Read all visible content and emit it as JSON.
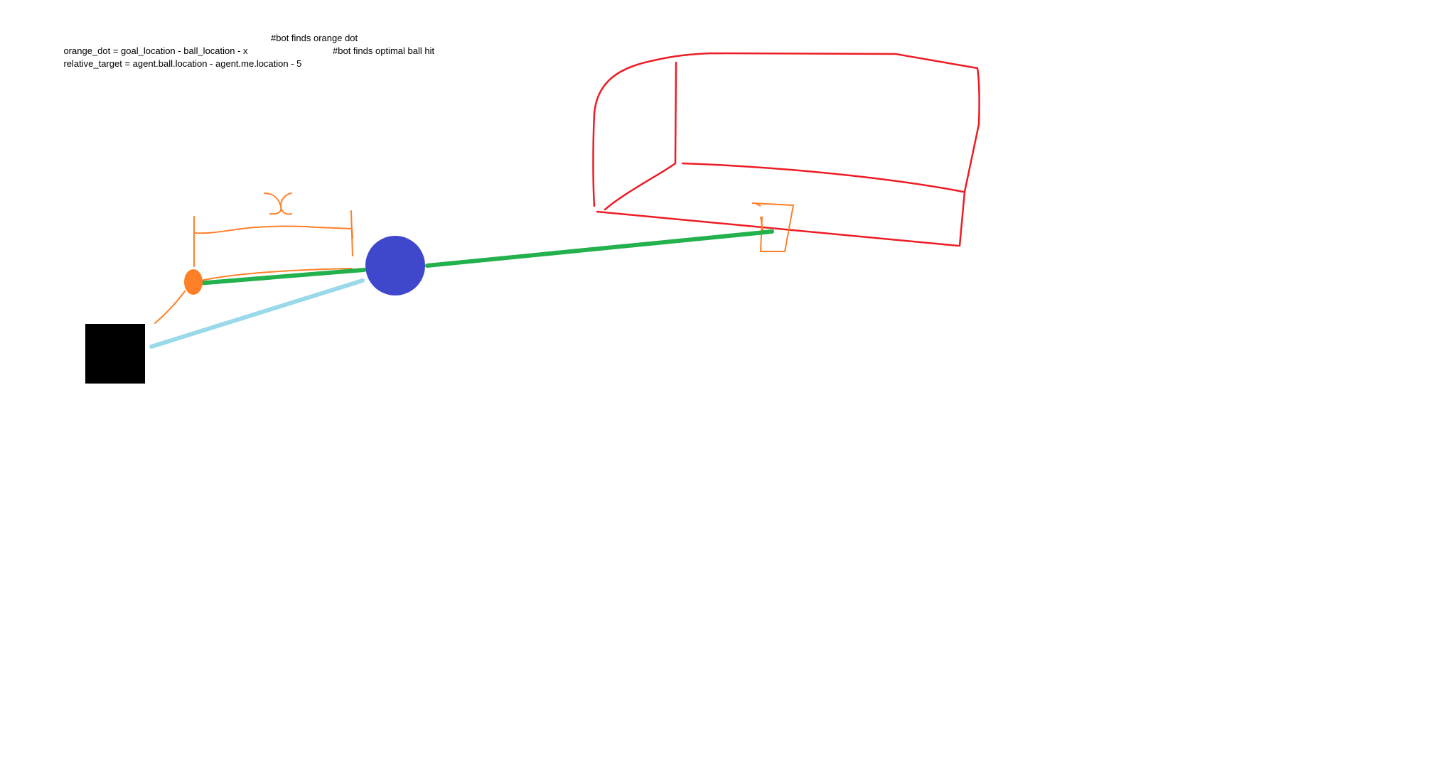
{
  "notes": {
    "line1": {
      "code": "orange_dot = goal_location - ball_location - x",
      "comment": "#bot finds orange dot"
    },
    "line2": {
      "code": "relative_target = agent.ball.location - agent.me.location - 5",
      "comment": "#bot finds optimal ball hit"
    }
  },
  "sketch": {
    "x_label": "x",
    "colors": {
      "goal": "#ed1c24",
      "orange": "#ff7f27",
      "green_path": "#22b14c",
      "blue_path": "#99d9ea",
      "ball": "#3f48cc",
      "car": "#000000"
    }
  }
}
